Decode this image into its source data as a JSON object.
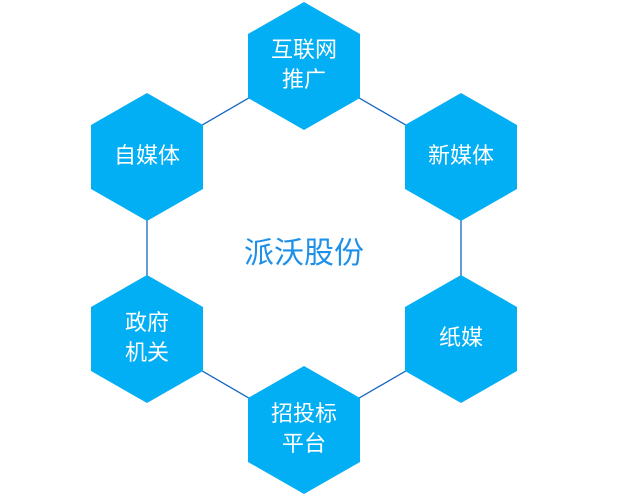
{
  "center_title": "派沃股份",
  "nodes": [
    {
      "label": "互联网\n推广"
    },
    {
      "label": "新媒体"
    },
    {
      "label": "纸媒"
    },
    {
      "label": "招投标\n平台"
    },
    {
      "label": "政府\n机关"
    },
    {
      "label": "自媒体"
    }
  ],
  "colors": {
    "hex_fill": "#02AEF4",
    "line": "#1565C0",
    "center_text": "#1E90E8"
  }
}
